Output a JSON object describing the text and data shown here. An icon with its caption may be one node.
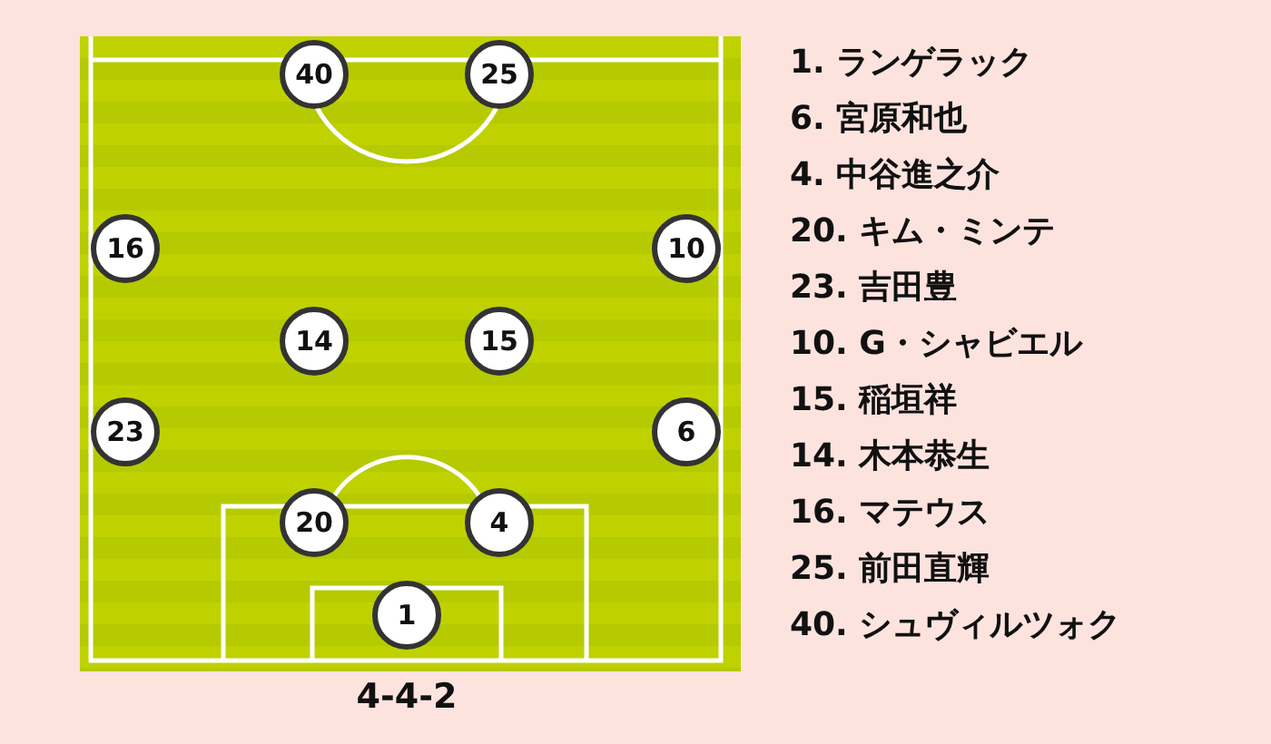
{
  "diagram": {
    "caption": "4-4-2",
    "nodes": [
      {
        "text": [
          "40"
        ]
      },
      {
        "text": [
          "25"
        ]
      },
      {
        "text": [
          "16"
        ]
      },
      {
        "text": [
          "10"
        ]
      },
      {
        "text": [
          "14"
        ]
      },
      {
        "text": [
          "15"
        ]
      },
      {
        "text": [
          "23"
        ]
      },
      {
        "text": [
          "6"
        ]
      },
      {
        "text": [
          "20"
        ]
      },
      {
        "text": [
          "4"
        ]
      },
      {
        "text": [
          "1"
        ]
      }
    ],
    "labels": [
      "1. ランゲラック",
      "6. 宮原和也",
      "4. 中谷進之介",
      "20. キム・ミンテ",
      "23. 吉田豊",
      "10. G・シャビエル",
      "15. 稲垣祥",
      "14. 木本恭生",
      "16. マテウス",
      "25. 前田直輝",
      "40. シュヴィルツォク"
    ]
  }
}
